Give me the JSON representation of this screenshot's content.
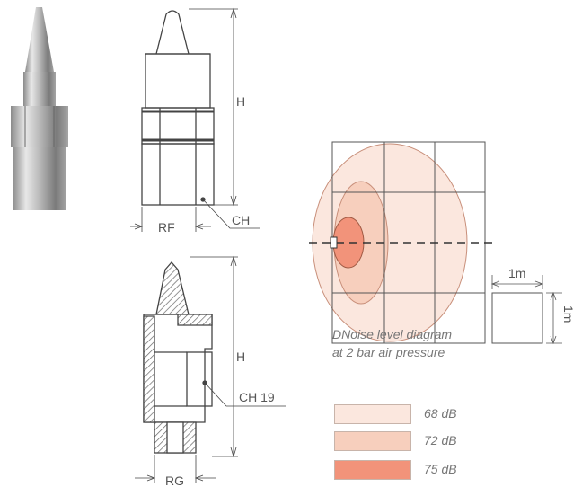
{
  "labels": {
    "h_top": "H",
    "rf": "RF",
    "ch": "CH",
    "h_bottom": "H",
    "ch19": "CH 19",
    "rg": "RG",
    "scale_w": "1m",
    "scale_h": "1m"
  },
  "caption": {
    "line1": "DNoise level diagram",
    "line2": "at 2 bar air pressure"
  },
  "legend": [
    {
      "label": "68 dB",
      "color": "#fbe7de"
    },
    {
      "label": "72 dB",
      "color": "#f7cfbd"
    },
    {
      "label": "75 dB",
      "color": "#f2937a"
    }
  ]
}
